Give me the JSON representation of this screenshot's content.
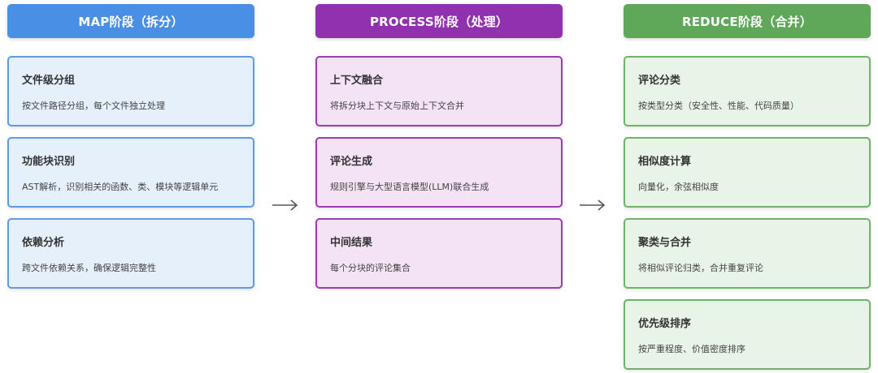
{
  "colors": {
    "map_header": "#4a8fe6",
    "map_card_bg": "#e6f0fb",
    "map_card_border": "#5b9be8",
    "process_header": "#9231b0",
    "process_card_bg": "#f3e3f5",
    "process_card_border": "#9c3bb5",
    "reduce_header": "#5fa85a",
    "reduce_card_bg": "#e9f4e8",
    "reduce_card_border": "#6cb566",
    "arrow": "#555555"
  },
  "phases": [
    {
      "title": "MAP阶段（拆分）",
      "cards": [
        {
          "title": "文件级分组",
          "desc": "按文件路径分组，每个文件独立处理"
        },
        {
          "title": "功能块识别",
          "desc": "AST解析，识别相关的函数、类、模块等逻辑单元"
        },
        {
          "title": "依赖分析",
          "desc": "跨文件依赖关系，确保逻辑完整性"
        }
      ]
    },
    {
      "title": "PROCESS阶段（处理）",
      "cards": [
        {
          "title": "上下文融合",
          "desc": "将拆分块上下文与原始上下文合并"
        },
        {
          "title": "评论生成",
          "desc": "规则引擎与大型语言模型(LLM)联合生成"
        },
        {
          "title": "中间结果",
          "desc": "每个分块的评论集合"
        }
      ]
    },
    {
      "title": "REDUCE阶段（合并）",
      "cards": [
        {
          "title": "评论分类",
          "desc": "按类型分类（安全性、性能、代码质量）"
        },
        {
          "title": "相似度计算",
          "desc": "向量化，余弦相似度"
        },
        {
          "title": "聚类与合并",
          "desc": "将相似评论归类，合并重复评论"
        },
        {
          "title": "优先级排序",
          "desc": "按严重程度、价值密度排序"
        }
      ]
    }
  ]
}
